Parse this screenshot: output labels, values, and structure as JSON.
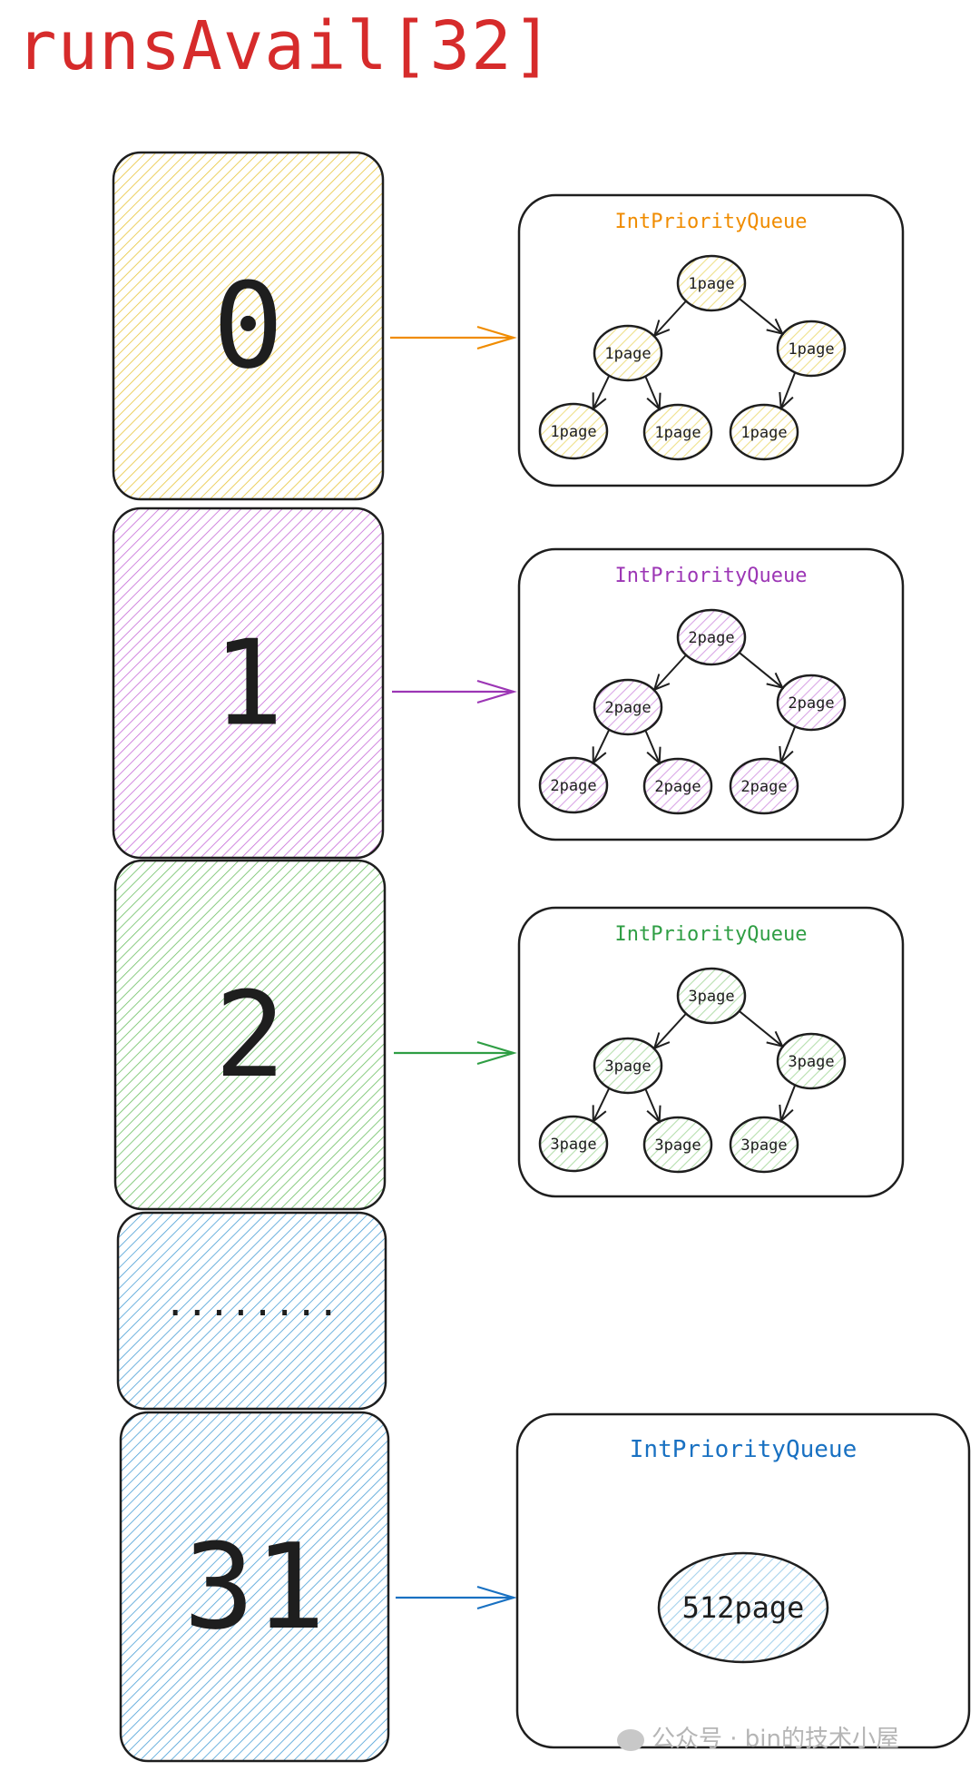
{
  "title": "runsAvail[32]",
  "colors": {
    "title": "#d62b2b",
    "slots": [
      "#e8c53a",
      "#c66ad8",
      "#6cc063",
      "#4a9fd6",
      "#4a9fd6"
    ],
    "arrows": [
      "#f08c00",
      "#9c36b5",
      "#2f9e44",
      "#1971c2"
    ],
    "queue_titles": [
      "#f08c00",
      "#9c36b5",
      "#2f9e44",
      "#1971c2"
    ],
    "nodes": [
      "#efe08a",
      "#d9a6e6",
      "#b6dfae",
      "#a6d2ec"
    ]
  },
  "slots": [
    {
      "label": "0"
    },
    {
      "label": "1"
    },
    {
      "label": "2"
    },
    {
      "label": "........"
    },
    {
      "label": "31"
    }
  ],
  "queues": [
    {
      "title": "IntPriorityQueue",
      "nodes": [
        "1page",
        "1page",
        "1page",
        "1page",
        "1page",
        "1page"
      ]
    },
    {
      "title": "IntPriorityQueue",
      "nodes": [
        "2page",
        "2page",
        "2page",
        "2page",
        "2page",
        "2page"
      ]
    },
    {
      "title": "IntPriorityQueue",
      "nodes": [
        "3page",
        "3page",
        "3page",
        "3page",
        "3page",
        "3page"
      ]
    },
    {
      "title": "IntPriorityQueue",
      "nodes": [
        "512page"
      ]
    }
  ],
  "watermark": "公众号 · bin的技术小屋"
}
